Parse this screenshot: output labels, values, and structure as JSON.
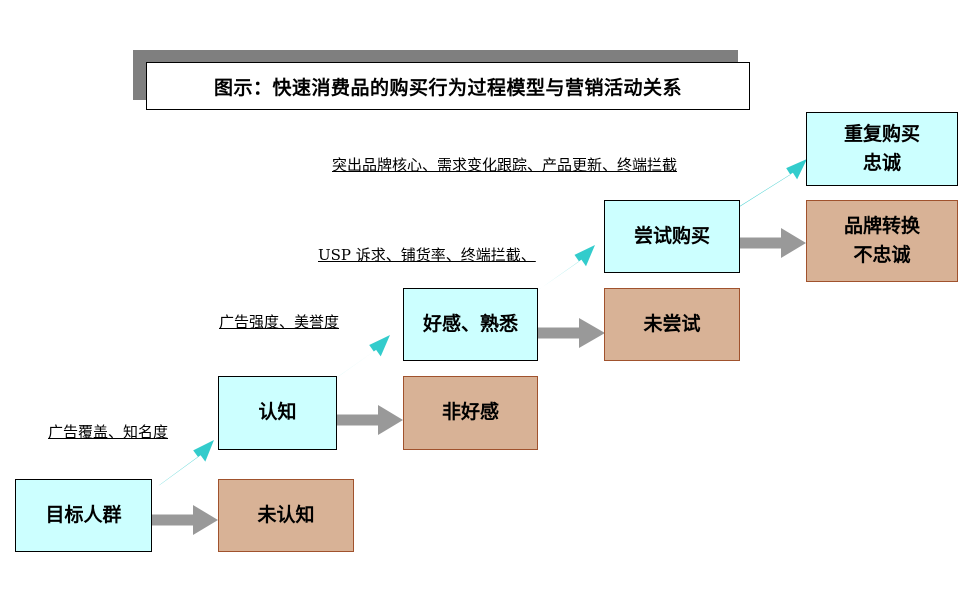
{
  "title": "图示：快速消费品的购买行为过程模型与营销活动关系",
  "colors": {
    "stage_fill": "#ccffff",
    "dropout_fill": "#d8b296",
    "dropout_border": "#a0522d",
    "up_arrow": "#33cccc",
    "side_arrow": "#999999",
    "title_shadow": "#7f7f7f"
  },
  "stages": {
    "target": "目标人群",
    "awareness": "认知",
    "favorability": "好感、熟悉",
    "trial": "尝试购买",
    "repeat_line1": "重复购买",
    "repeat_line2": "忠诚"
  },
  "dropouts": {
    "unaware": "未认知",
    "unfavorable": "非好感",
    "untried": "未尝试",
    "switch_line1": "品牌转换",
    "switch_line2": "不忠诚"
  },
  "activities": {
    "a1": "广告覆盖、知名度",
    "a2": "广告强度、美誉度",
    "a3": "USP 诉求、铺货率、终端拦截、",
    "a4": "突出品牌核心、需求变化跟踪、产品更新、终端拦截"
  }
}
